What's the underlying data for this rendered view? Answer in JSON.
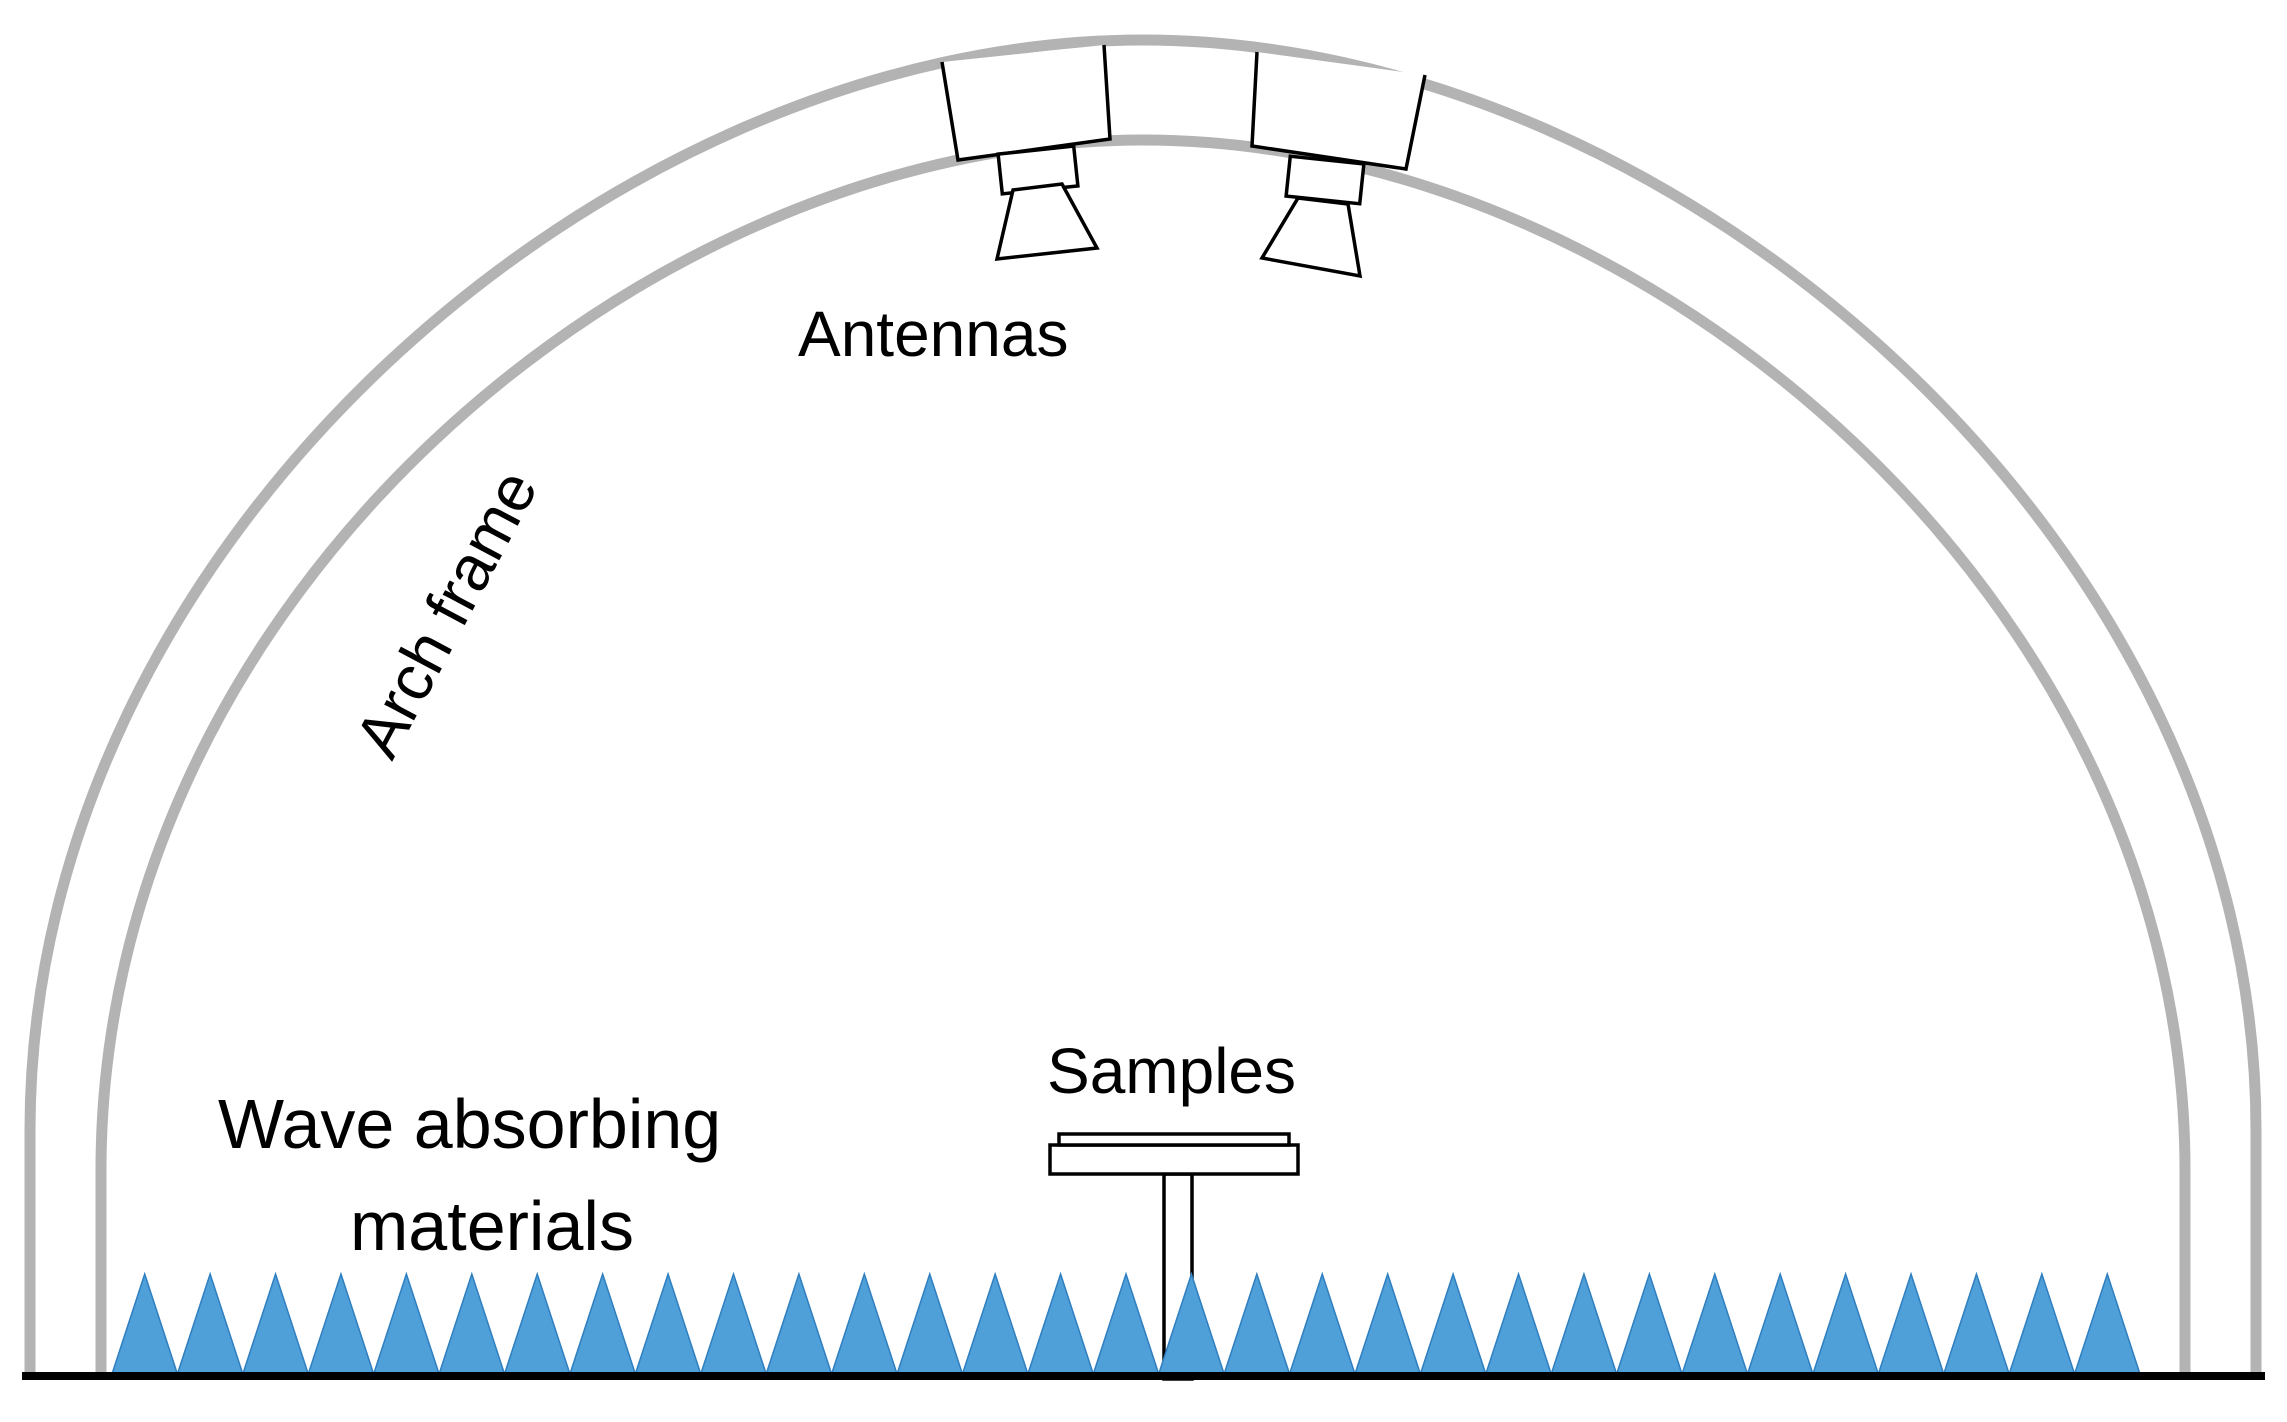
{
  "labels": {
    "antennas": "Antennas",
    "arch_frame": "Arch frame",
    "samples": "Samples",
    "absorber_line1": "Wave absorbing",
    "absorber_line2": "materials"
  },
  "colors": {
    "arch": "#b3b3b3",
    "absorber_fill": "#4f9fd9",
    "absorber_stroke": "#2f7fc0",
    "outline": "#000000",
    "floor": "#000000",
    "background": "#ffffff"
  },
  "absorber_count": 31
}
